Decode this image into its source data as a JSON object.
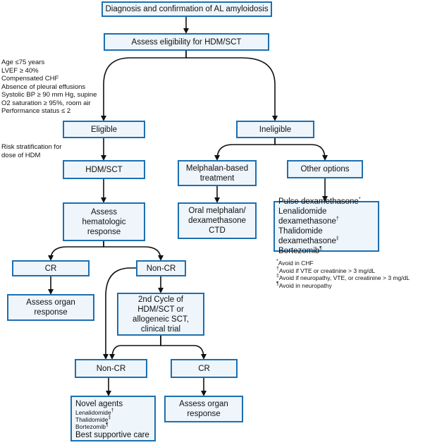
{
  "nodes": {
    "diagnosis": "Diagnosis and confirmation of AL amyloidosis",
    "assess_eligibility": "Assess eligibility for HDM/SCT",
    "eligible": "Eligible",
    "ineligible": "Ineligible",
    "hdm_sct": "HDM/SCT",
    "melphalan_based": [
      "Melphalan-based",
      "treatment"
    ],
    "other_options": "Other options",
    "assess_heme": [
      "Assess",
      "hematologic",
      "response"
    ],
    "oral_melphalan": [
      "Oral melphalan/",
      "dexamethasone",
      "CTD"
    ],
    "other_list": [
      {
        "text": "Pulse dexamethasone",
        "mark": "*"
      },
      {
        "text": "Lenalidomide dexamethasone",
        "mark": "†"
      },
      {
        "text": "Thalidomide dexamethasone",
        "mark": "‡"
      },
      {
        "text": "Bortezomib",
        "mark": "¶"
      }
    ],
    "cr_top": "CR",
    "non_cr_top": "Non-CR",
    "assess_organ_top": [
      "Assess organ",
      "response"
    ],
    "second_cycle": [
      "2nd Cycle of",
      "HDM/SCT or",
      "allogeneic SCT,",
      "clinical trial"
    ],
    "non_cr_bottom": "Non-CR",
    "cr_bottom": "CR",
    "novel": {
      "title": "Novel agents",
      "items": [
        {
          "text": "Lenalidomide",
          "mark": "†"
        },
        {
          "text": "Thalidomide",
          "mark": "‡"
        },
        {
          "text": "Bortezomib",
          "mark": "¶"
        }
      ],
      "footer": "Best supportive care"
    },
    "assess_organ_bottom": [
      "Assess organ",
      "response"
    ]
  },
  "criteria": [
    "Age ≤75 years",
    "LVEF ≥ 40%",
    "Compensated CHF",
    "Absence of pleural effusions",
    "Systolic BP ≥ 90 mm Hg, supine",
    "O2 saturation ≥ 95%, room air",
    "Performance status ≤ 2"
  ],
  "risk_note": [
    "Risk stratification for",
    "dose of HDM"
  ],
  "footnotes": [
    {
      "mark": "*",
      "text": "Avoid in CHF"
    },
    {
      "mark": "†",
      "text": "Avoid if VTE or creatinine > 3 mg/dL"
    },
    {
      "mark": "‡",
      "text": "Avoid if neuropathy, VTE, or creatinine > 3 mg/dL"
    },
    {
      "mark": "¶",
      "text": "Avoid in neuropathy"
    }
  ],
  "colors": {
    "box_border": "#1d6fb0",
    "box_fill": "#eef5fb",
    "line": "#111111"
  }
}
